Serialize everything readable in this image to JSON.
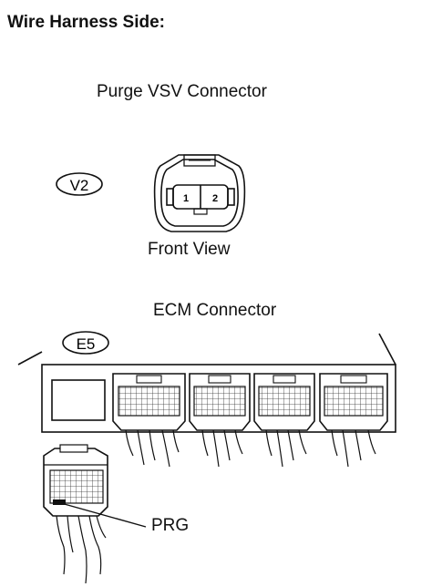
{
  "heading": "Wire Harness Side:",
  "purge_vsv": {
    "title": "Purge VSV Connector",
    "code": "V2",
    "pins": [
      "1",
      "2"
    ],
    "view_label": "Front View"
  },
  "ecm": {
    "title": "ECM Connector",
    "code": "E5",
    "pin_label": "PRG"
  }
}
